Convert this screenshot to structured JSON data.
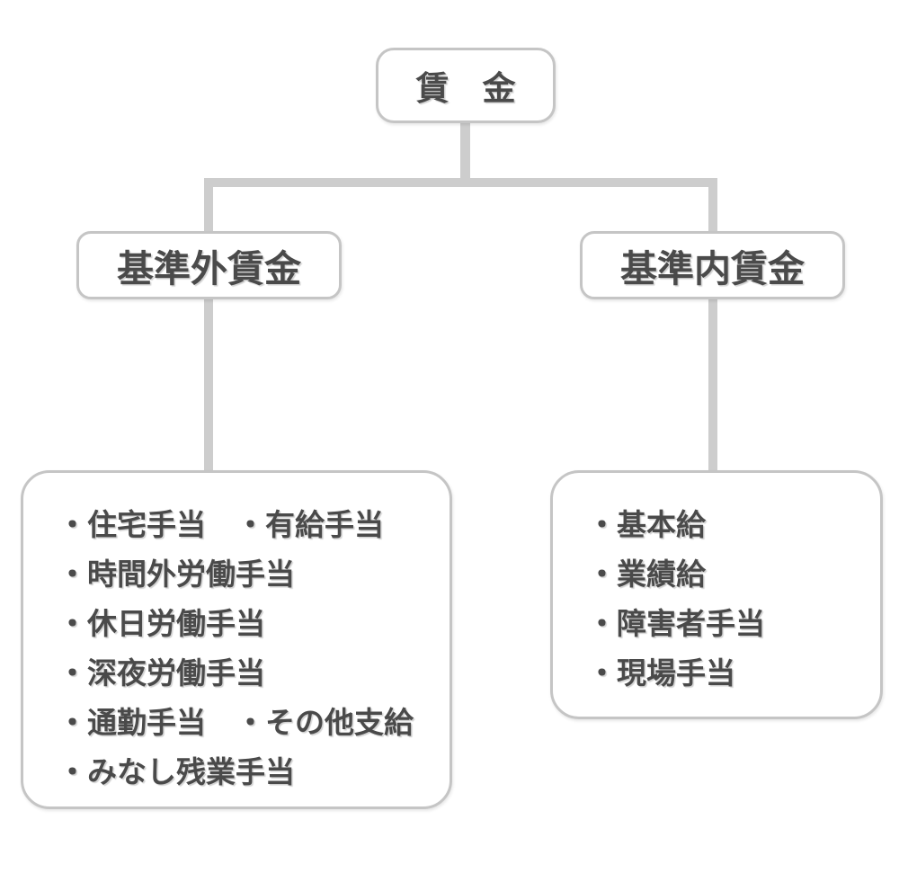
{
  "diagram": {
    "root": {
      "label": "賃　金"
    },
    "branch_left": {
      "label": "基準外賃金",
      "items": [
        "・住宅手当　・有給手当",
        "・時間外労働手当",
        "・休日労働手当",
        "・深夜労働手当",
        "・通勤手当　・その他支給",
        "・みなし残業手当"
      ]
    },
    "branch_right": {
      "label": "基準内賃金",
      "items": [
        "・基本給",
        "・業績給",
        "・障害者手当",
        "・現場手当"
      ]
    },
    "colors": {
      "border": "#c5c5c5",
      "connector": "#cdcdcd",
      "text": "#4a4a4a",
      "background": "#ffffff"
    }
  }
}
